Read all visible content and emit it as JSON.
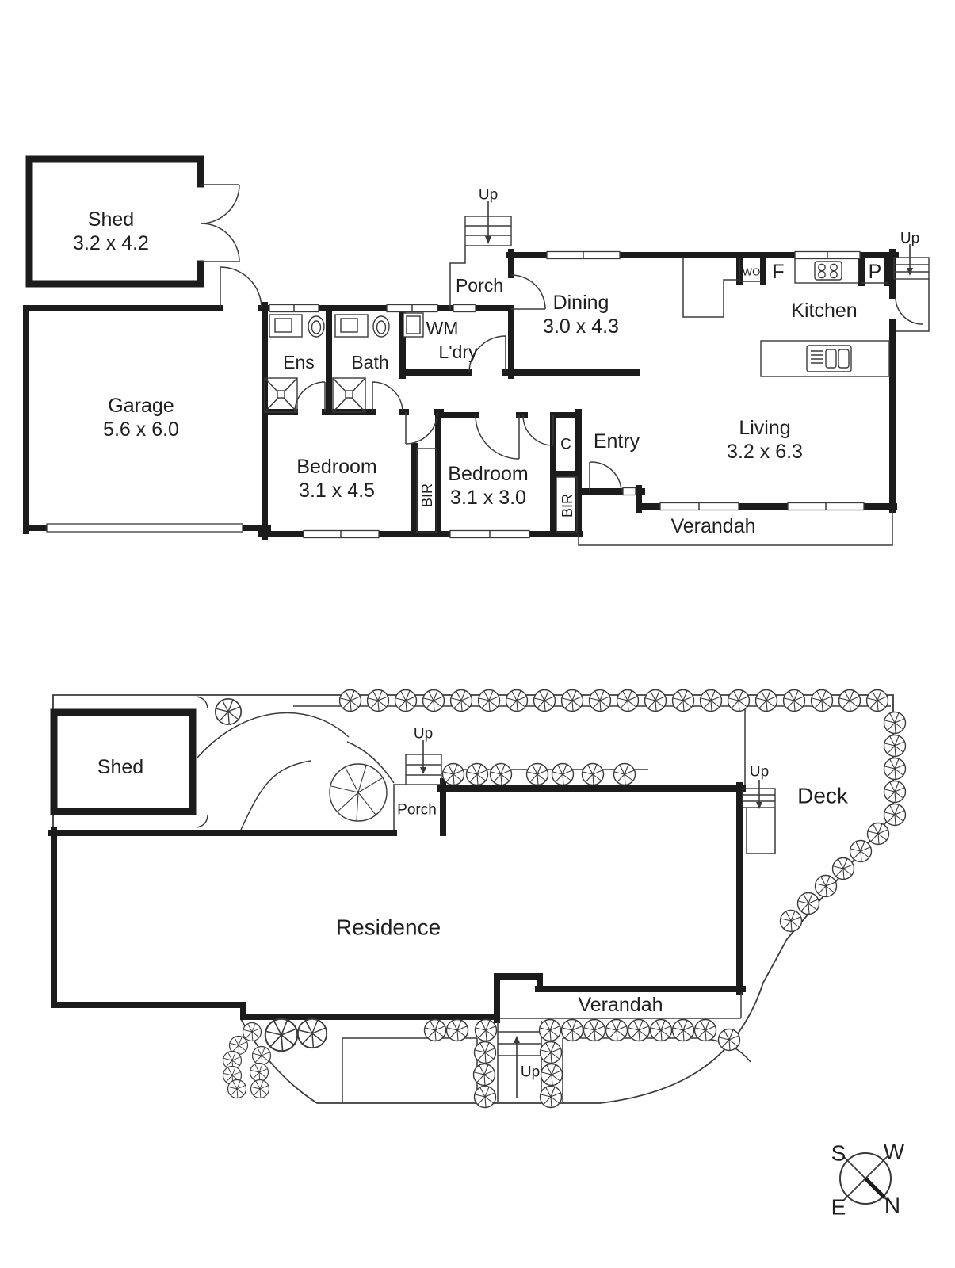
{
  "colors": {
    "wall": "#1c1c1c",
    "line": "#3a3a3a",
    "text": "#1f1f1f",
    "background": "#ffffff"
  },
  "floor_plan": {
    "shed": {
      "name": "Shed",
      "dims": "3.2 x 4.2"
    },
    "garage": {
      "name": "Garage",
      "dims": "5.6 x 6.0"
    },
    "ensuite": {
      "name": "Ens"
    },
    "bathroom": {
      "name": "Bath"
    },
    "laundry": {
      "name": "L'dry",
      "washing_machine": "WM"
    },
    "porch": {
      "name": "Porch",
      "stairs": "Up"
    },
    "dining": {
      "name": "Dining",
      "dims": "3.0 x 4.3"
    },
    "kitchen": {
      "name": "Kitchen",
      "wall_oven": "WO",
      "fridge": "F",
      "pantry": "P",
      "stairs": "Up"
    },
    "living": {
      "name": "Living",
      "dims": "3.2 x 6.3"
    },
    "entry": {
      "name": "Entry"
    },
    "closet": {
      "name": "C"
    },
    "bedroom1": {
      "name": "Bedroom",
      "dims": "3.1 x 4.5",
      "robe": "BIR"
    },
    "bedroom2": {
      "name": "Bedroom",
      "dims": "3.1 x 3.0",
      "robe": "BIR"
    },
    "verandah": {
      "name": "Verandah"
    }
  },
  "site_plan": {
    "shed": "Shed",
    "porch": "Porch",
    "porch_stairs": "Up",
    "residence": "Residence",
    "deck": "Deck",
    "deck_stairs": "Up",
    "verandah": "Verandah",
    "garden_stairs": "Up"
  },
  "compass": {
    "south": "S",
    "west": "W",
    "east": "E",
    "north": "N"
  }
}
